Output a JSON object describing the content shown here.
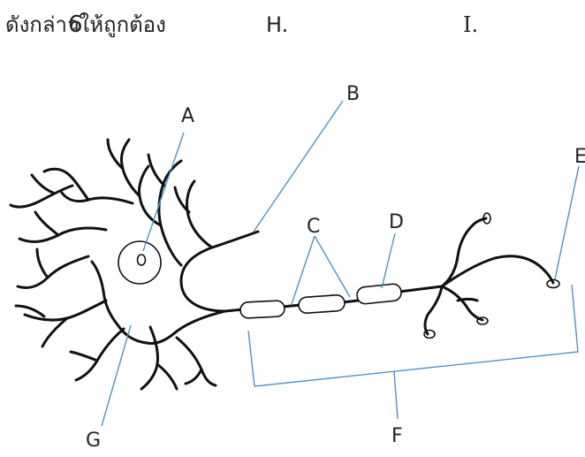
{
  "header": {
    "thai_text": "ดังกล่าวให้ถูกต้อง",
    "digit_overlay": "6",
    "label_h": "H.",
    "label_i": "I."
  },
  "labels": {
    "a": "A",
    "b": "B",
    "c": "C",
    "d": "D",
    "e": "E",
    "f": "F",
    "g": "G"
  },
  "colors": {
    "leader_line": "#4f92c9",
    "outline": "#111111"
  }
}
